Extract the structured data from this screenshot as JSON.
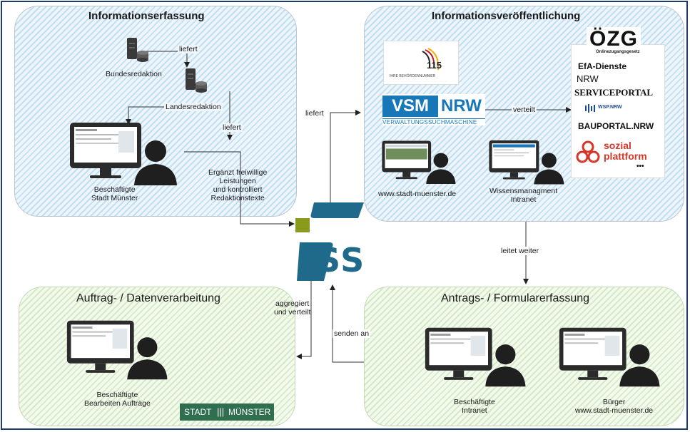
{
  "panels": {
    "informationserfassung": {
      "title": "Informationserfassung",
      "bundesredaktion": "Bundesredaktion",
      "landesredaktion": "Landesredaktion",
      "liefert_1": "liefert",
      "liefert_2": "liefert",
      "beschaeftigte": [
        "Beschäftigte",
        "Stadt Münster"
      ],
      "ergaenzt": [
        "Ergänzt freiwillige",
        "Leistungen",
        "und  kontrolliert",
        "Redaktionstexte"
      ]
    },
    "informationsveroeffentlichung": {
      "title": "Informationsveröffentlichung",
      "website": "www.stadt-muenster.de",
      "wissen": [
        "Wissensmanagment",
        "Intranet"
      ],
      "verteilt": "verteilt"
    },
    "auftrag": {
      "title": "Auftrag- / Datenverarbeitung",
      "beschaeftigte": [
        "Beschäftigte",
        "Bearbeiten Aufträge"
      ]
    },
    "antrag": {
      "title": "Antrags- / Formularerfassung",
      "beschaeftigte": [
        "Beschäftigte",
        "Intranet"
      ],
      "buerger": [
        "Bürger",
        "www.stadt-muenster.de"
      ]
    }
  },
  "flows": {
    "liefert": "liefert",
    "leitet_weiter": "leitet weiter",
    "aggregiert": [
      "aggregiert",
      "und verteilt"
    ],
    "senden_an": "senden an"
  },
  "logos": {
    "ozg": "ÖZG",
    "ozg_sub": "Onlinezugangsgesetz",
    "efa_1": "EfA-Dienste",
    "efa_2": "NRW",
    "serviceportal": "SERVICEPORTAL",
    "wsp": "WSP.NRW",
    "bauportal": "BAUPORTAL.NRW",
    "sozial_1": "sozial",
    "sozial_2": "plattform",
    "more": "•••",
    "behoerdennummer_num": "115",
    "behoerdennummer_text": "IHRE BEHÖRDENNUMMER",
    "vsm": "VSM",
    "vsm_nrw": "NRW",
    "vsm_sub": "VERWALTUNGSSUCHMASCHINE",
    "stadt_1": "STADT",
    "stadt_2": "MÜNSTER",
    "ss": "SS"
  },
  "colors": {
    "hub_teal": "#1f6a8a",
    "hub_olive": "#8a9a1c",
    "vsm_blue": "#1777b8",
    "sozial_red": "#d7362b",
    "stadt_green": "#2f6e4f"
  },
  "icons": [
    "server-icon",
    "workstation-user-icon",
    "hub-logo-icon"
  ]
}
